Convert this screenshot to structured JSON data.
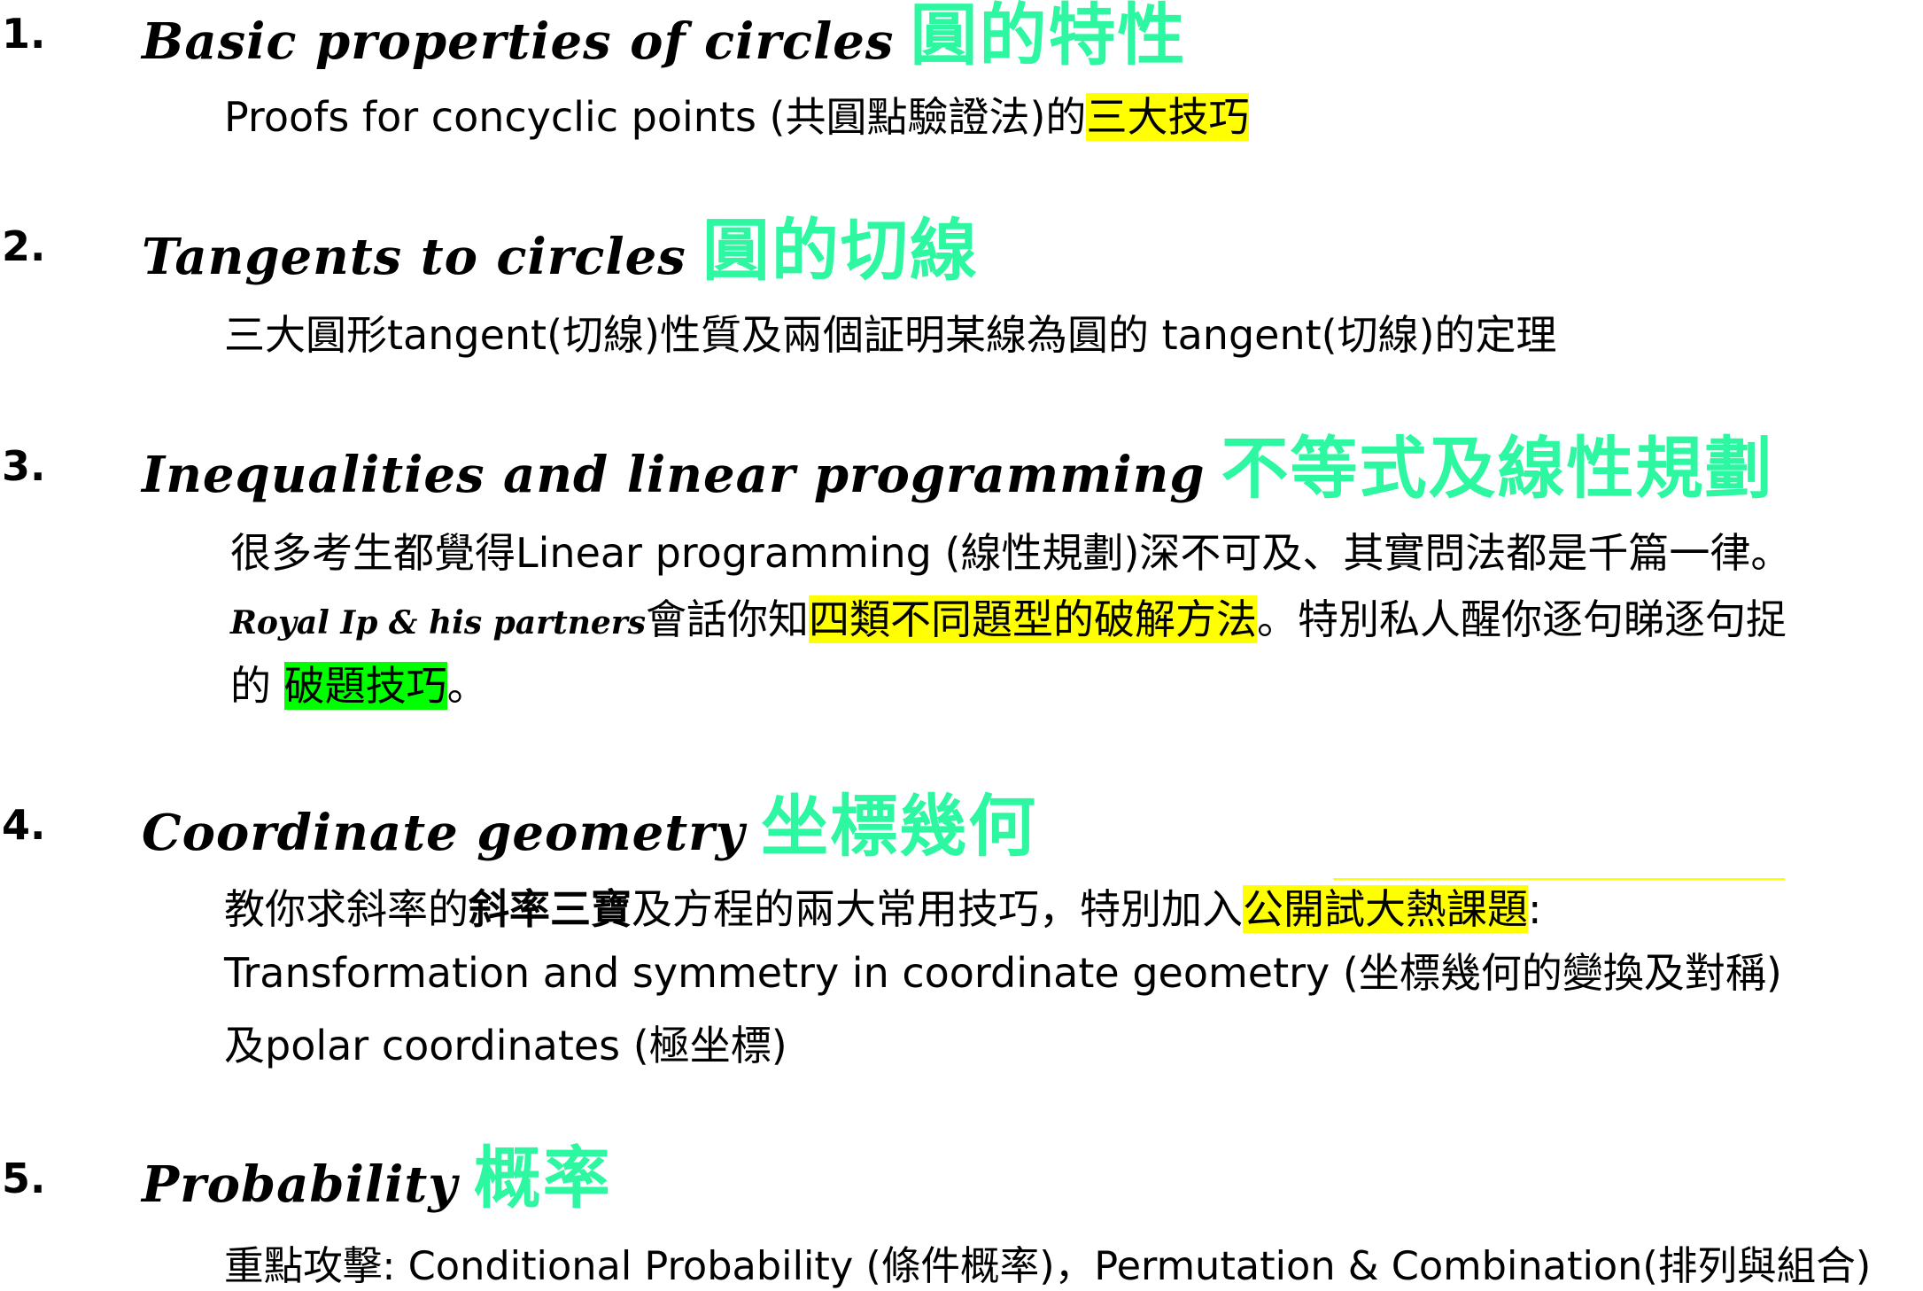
{
  "sections": [
    {
      "number": "1.",
      "title_en": "Basic properties of circles",
      "title_zh": "圓的特性",
      "lines": [
        {
          "text": "Proofs for concyclic points (共圓點驗證法)的",
          "highlight": "三大技巧"
        }
      ]
    },
    {
      "number": "2.",
      "title_en": "Tangents to circles",
      "title_zh": "圓的切線",
      "lines": [
        {
          "text": "三大圓形tangent(切線)性質及兩個証明某線為圓的 tangent(切線)的定理"
        }
      ]
    },
    {
      "number": "3.",
      "title_en": "Inequalities and linear programming",
      "title_zh": "不等式及線性規劃",
      "lines": [
        {
          "text": "很多考生都覺得Linear programming (線性規劃)深不可及、其實問法都是千篇一律。"
        },
        {
          "signature": "Royal Ip & his partners",
          "before": "會話你知",
          "highlight": "四類不同題型的破解方法",
          "after": "。特別私人醒你逐句睇逐句捉"
        },
        {
          "before": "的 ",
          "highlight": "破題技巧",
          "after": "。"
        }
      ]
    },
    {
      "number": "4.",
      "title_en": "Coordinate geometry",
      "title_zh": "坐標幾何",
      "lines": [
        {
          "before": "教你求斜率的",
          "bold": "斜率三寶",
          "middle": "及方程的兩大常用技巧，特別加入",
          "highlight": "公開試大熱課題",
          "after": ":"
        },
        {
          "text": "Transformation and symmetry in coordinate geometry (坐標幾何的變換及對稱)"
        },
        {
          "text": "及polar coordinates (極坐標)"
        }
      ]
    },
    {
      "number": "5.",
      "title_en": "Probability",
      "title_zh": "概率",
      "lines": [
        {
          "text": "重點攻擊: Conditional Probability (條件概率)，Permutation & Combination(排列與組合)"
        }
      ]
    }
  ],
  "colors": {
    "heading_zh": "#2df7a0",
    "highlight_yellow": "#ffff00",
    "highlight_green": "#00ff00"
  }
}
